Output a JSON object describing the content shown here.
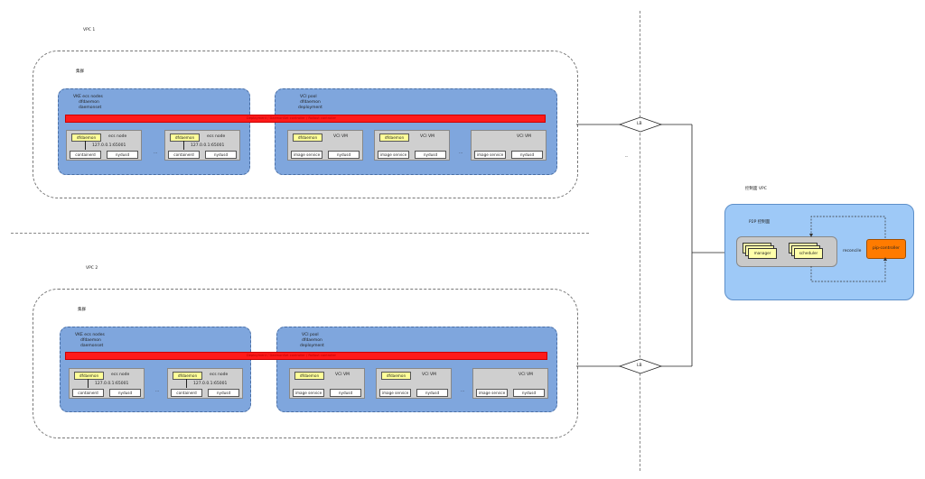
{
  "top_vpc": {
    "label": "VPC 1",
    "cluster_label": "集群",
    "pool_left_title": [
      "VKE ecs nodes",
      "dfdaemon",
      "daemonset"
    ],
    "pool_right_title": [
      "VCI pool",
      "dfdaemon",
      "deployment"
    ],
    "redbar_label": "Deployment / DaemonSet controller / Rollout controller",
    "ecs_nodes": [
      {
        "dfdaemon": "dfdaemon",
        "title": "ecs node",
        "addr": "127.0.0.1:65001",
        "containerd": "containerd",
        "nydusd": "nydusd"
      },
      {
        "dfdaemon": "dfdaemon",
        "title": "ecs node",
        "addr": "127.0.0.1:65001",
        "containerd": "containerd",
        "nydusd": "nydusd"
      }
    ],
    "vci_vms": [
      {
        "dfdaemon": "dfdaemon",
        "title": "VCI VM",
        "image_service": "image service",
        "nydusd": "nydusd"
      },
      {
        "dfdaemon": "dfdaemon",
        "title": "VCI VM",
        "image_service": "image service",
        "nydusd": "nydusd"
      },
      {
        "dfdaemon": "",
        "title": "VCI VM",
        "image_service": "image service",
        "nydusd": "nydusd"
      }
    ],
    "ellipsis": "..."
  },
  "bottom_vpc": {
    "label": "VPC 2",
    "cluster_label": "集群",
    "pool_left_title": [
      "VKE ecs nodes",
      "dfdaemon",
      "daemonset"
    ],
    "pool_right_title": [
      "VCI pool",
      "dfdaemon",
      "deployment"
    ],
    "redbar_label": "Deployment / DaemonSet controller / Rollout controller",
    "ecs_nodes": [
      {
        "dfdaemon": "dfdaemon",
        "title": "ecs node",
        "addr": "127.0.0.1:65001",
        "containerd": "containerd",
        "nydusd": "nydusd"
      },
      {
        "dfdaemon": "dfdaemon",
        "title": "ecs node",
        "addr": "127.0.0.1:65001",
        "containerd": "containerd",
        "nydusd": "nydusd"
      }
    ],
    "vci_vms": [
      {
        "dfdaemon": "dfdaemon",
        "title": "VCI VM",
        "image_service": "image service",
        "nydusd": "nydusd"
      },
      {
        "dfdaemon": "dfdaemon",
        "title": "VCI VM",
        "image_service": "image service",
        "nydusd": "nydusd"
      },
      {
        "dfdaemon": "",
        "title": "VCI VM",
        "image_service": "image service",
        "nydusd": "nydusd"
      }
    ],
    "ellipsis": "..."
  },
  "lb_top": "LB",
  "lb_bottom": "LB",
  "separator_mark": "--",
  "control_plane": {
    "vpc_label": "控制面 VPC",
    "p2p_label": "P2P 控制面",
    "manager": "manager",
    "scheduler": "scheduler",
    "reconcile": "reconcile",
    "pip_controller": "pip-controller"
  },
  "colors": {
    "pool": "#7fa6dd",
    "redbar": "#ff1a1a",
    "dfdaemon": "#ffff99",
    "control_plane": "#9ec9f7",
    "pip_controller": "#ff7b00"
  }
}
